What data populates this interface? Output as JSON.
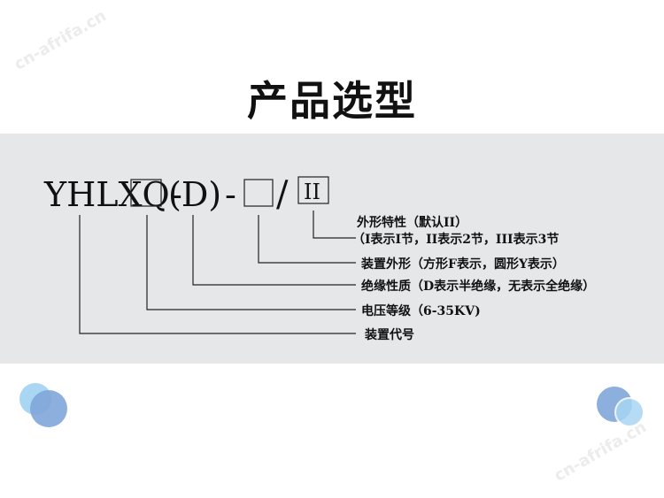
{
  "title": "产品选型",
  "model": {
    "prefix": "YHLXQ-",
    "insulation": "(D)",
    "dash": "-",
    "slash": "/",
    "feature_code": "II"
  },
  "labels": {
    "appearance_feature": "外形特性（默认II）",
    "appearance_feature_note": "（I表示I节，II表示2节，III表示3节",
    "device_shape": "装置外形（方形F表示，圆形Y表示）",
    "insulation_type": "绝缘性质（D表示半绝缘，无表示全绝缘）",
    "voltage_level": "电压等级（6-35KV)",
    "device_code": "装置代号"
  },
  "watermark": "cn-afrifa.cn",
  "colors": {
    "band": "#e6e7e9",
    "circle_light": "#9fd0f0",
    "circle_mid": "#7fa6d9"
  }
}
